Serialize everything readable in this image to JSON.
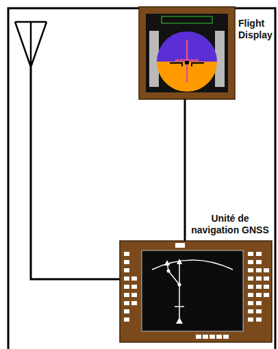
{
  "diagram": {
    "nodes": [
      {
        "text": [
          "Flight Display"
        ]
      },
      {
        "text": [
          "Unité de navigation GNSS"
        ]
      }
    ],
    "edges": [
      {
        "from": 0,
        "to": 1,
        "arrow": "none"
      }
    ]
  }
}
